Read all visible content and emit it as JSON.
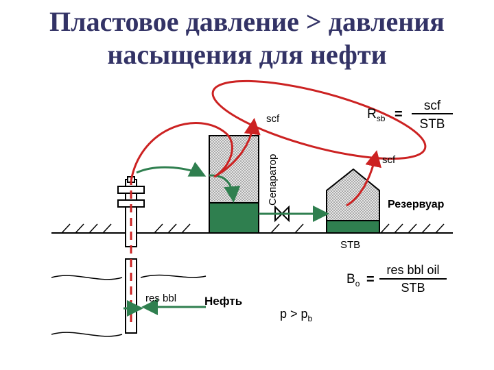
{
  "title": {
    "line1": "Пластовое давление > давления",
    "line2": "насыщения для нефти"
  },
  "labels": {
    "separator": "Сепаратор",
    "separator_gas": "scf",
    "tank": "Резервуар",
    "tank_gas": "scf",
    "stb": "STB",
    "res_bbl": "res bbl",
    "oil": "Нефть"
  },
  "formulas": {
    "rsb": {
      "symbol": "R",
      "subscript": "sb",
      "equals": "=",
      "numerator": "scf",
      "denominator": "STB"
    },
    "bo": {
      "symbol": "B",
      "subscript": "o",
      "equals": "=",
      "numerator": "res bbl oil",
      "denominator": "STB"
    },
    "pressure": {
      "text": "p > p",
      "subscript": "b"
    }
  },
  "colors": {
    "title": "#333366",
    "gas_path": "#cc2222",
    "oil_path": "#2f7f4f",
    "liquid": "#2f7f4f",
    "gas_fill": "#d8d8d8",
    "ellipse": "#cc2222"
  }
}
